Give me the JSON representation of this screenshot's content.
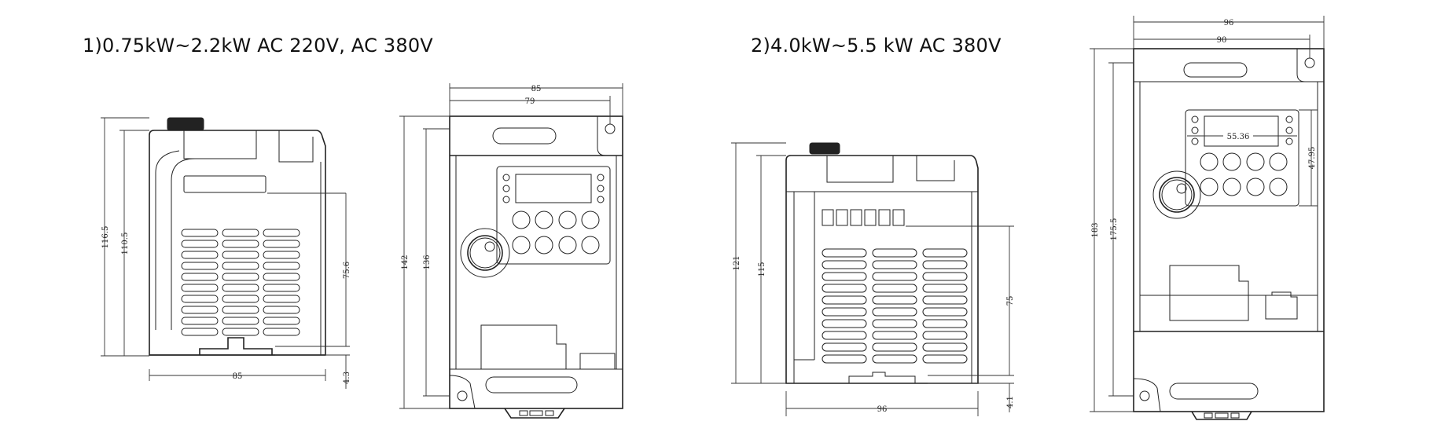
{
  "headings": {
    "group_a": "1)0.75kW~2.2kW AC 220V, AC 380V",
    "group_b": "2)4.0kW~5.5 kW AC 380V"
  },
  "dimensions": {
    "a_side": {
      "height_outer": "116.5",
      "height_inner": "110.5",
      "depth": "85",
      "vent_height": "75.6",
      "foot": "4.3"
    },
    "a_front": {
      "width_outer": "85",
      "width_inner": "79",
      "height_outer": "142",
      "height_inner": "136"
    },
    "b_side": {
      "height_outer": "121",
      "height_inner": "115",
      "depth": "96",
      "vent_height": "75",
      "foot": "4.1"
    },
    "b_front": {
      "width_outer": "96",
      "width_inner": "90",
      "height_outer": "183",
      "height_inner": "175.5",
      "display_width": "55.36",
      "keypad_height": "47.95"
    }
  },
  "icons": [
    "drive-side-view-icon",
    "drive-front-view-icon",
    "potentiometer-knob-icon",
    "keypad-button-icon",
    "mounting-hole-icon"
  ]
}
